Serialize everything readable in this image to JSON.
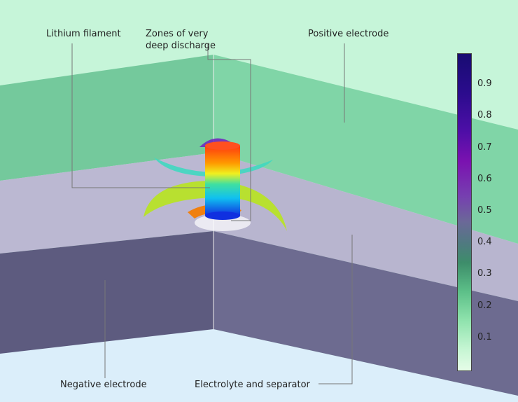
{
  "annotations": {
    "lithium_filament": "Lithium filament",
    "zones_line1": "Zones of very",
    "zones_line2": "deep discharge",
    "positive_electrode": "Positive electrode",
    "negative_electrode": "Negative electrode",
    "electrolyte_separator": "Electrolyte and separator"
  },
  "colorbar": {
    "ticks": [
      "0.9",
      "0.8",
      "0.7",
      "0.6",
      "0.5",
      "0.4",
      "0.3",
      "0.2",
      "0.1"
    ],
    "range": [
      0,
      1
    ],
    "colors": {
      "max": "#180c72",
      "mid": "#7a12b0",
      "low": "#3d8d6a",
      "min": "#e6fde8"
    }
  },
  "colors": {
    "positive_electrode": "#7ccfa2",
    "separator": "#bcb9d2",
    "negative_electrode": "#5e5c80",
    "background": "#c6f5d9"
  }
}
